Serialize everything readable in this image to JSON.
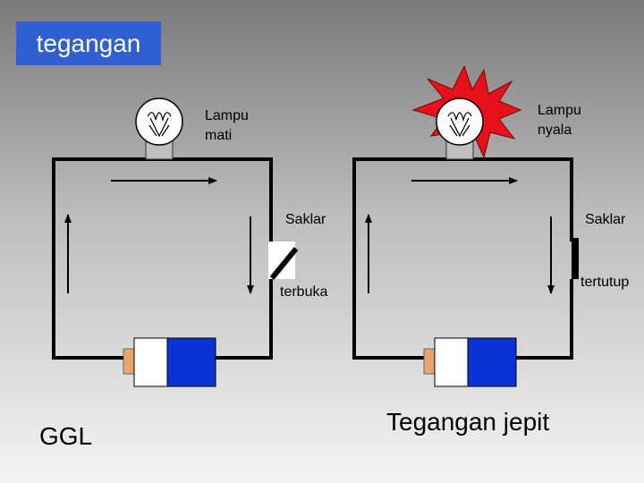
{
  "title": "tegangan",
  "left_circuit": {
    "lamp_label": "Lampu\nmati",
    "switch_label": "Saklar",
    "switch_state_label": "terbuka"
  },
  "right_circuit": {
    "lamp_label": "Lampu\nnyala",
    "switch_label": "Saklar",
    "switch_state_label": "tertutup"
  },
  "bottom_left_label": "GGL",
  "bottom_right_label": "Tegangan jepit",
  "colors": {
    "title_bg": "#2f5fd0",
    "battery_blue": "#0a33d6",
    "battery_tip": "#e8a66c",
    "glow": "#e8101a"
  }
}
